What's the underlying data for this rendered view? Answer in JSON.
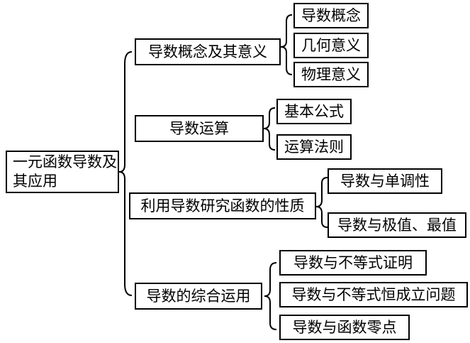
{
  "root": "一元函数导数及其应用",
  "branches": [
    {
      "label": "导数概念及其意义",
      "children": [
        "导数概念",
        "几何意义",
        "物理意义"
      ]
    },
    {
      "label": "导数运算",
      "children": [
        "基本公式",
        "运算法则"
      ]
    },
    {
      "label": "利用导数研究函数的性质",
      "children": [
        "导数与单调性",
        "导数与极值、最值"
      ]
    },
    {
      "label": "导数的综合运用",
      "children": [
        "导数与不等式证明",
        "导数与不等式恒成立问题",
        "导数与函数零点"
      ]
    }
  ]
}
